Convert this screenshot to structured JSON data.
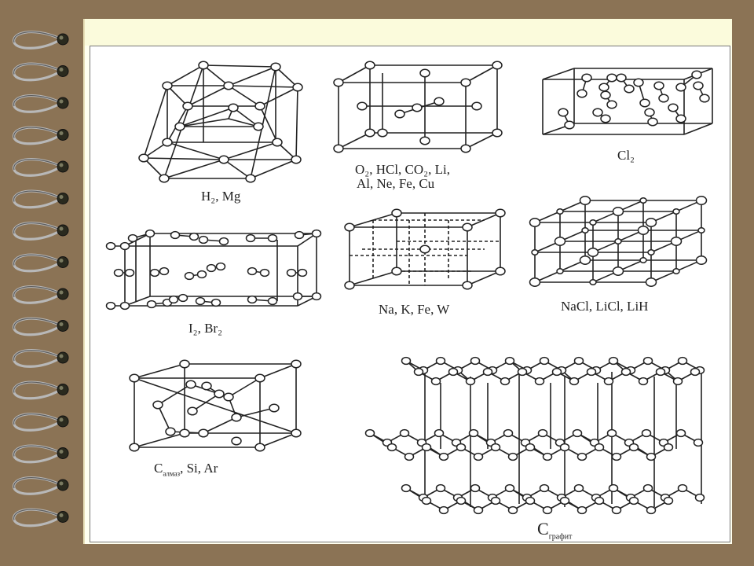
{
  "labels": {
    "hcp": "H₂, Mg",
    "molecular_line1": "O₂, HCl, CO₂, Li,",
    "molecular_line2": "Al, Ne, Fe, Cu",
    "cl2": "Cl₂",
    "i2": "I₂, Br₂",
    "bcc": "Na, K, Fe, W",
    "nacl": "NaCl, LiCl, LiH",
    "diamond_c": "C",
    "diamond_sub": "алмаз",
    "diamond_rest": ", Si, Ar",
    "graphite_c": "C",
    "graphite_sub": "графит"
  },
  "colors": {
    "background": "#8b7355",
    "page": "#fffff0",
    "ink": "#222222"
  }
}
